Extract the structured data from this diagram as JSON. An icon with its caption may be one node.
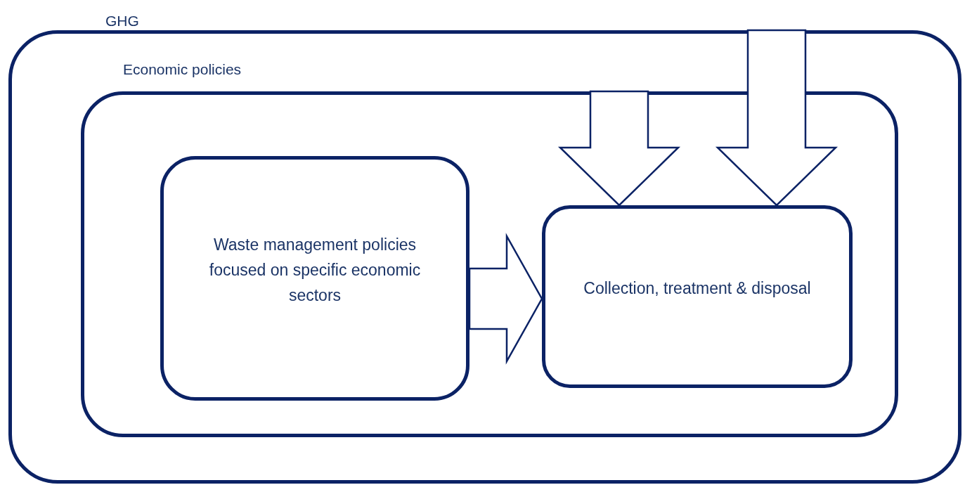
{
  "diagram": {
    "nodes": [
      {
        "text": [
          "GHG"
        ]
      },
      {
        "text": [
          "Economic policies"
        ],
        "in": 0
      },
      {
        "text": [
          "Waste management policies focused on specific economic sectors"
        ],
        "in": 1
      },
      {
        "text": [
          "Collection, treatment & disposal"
        ],
        "in": 1
      }
    ],
    "edges": [
      {
        "from": 2,
        "to": 3,
        "arrow": "to"
      },
      {
        "from": 1,
        "to": 3,
        "arrow": "to"
      },
      {
        "from": 0,
        "to": 3,
        "arrow": "to"
      }
    ]
  }
}
